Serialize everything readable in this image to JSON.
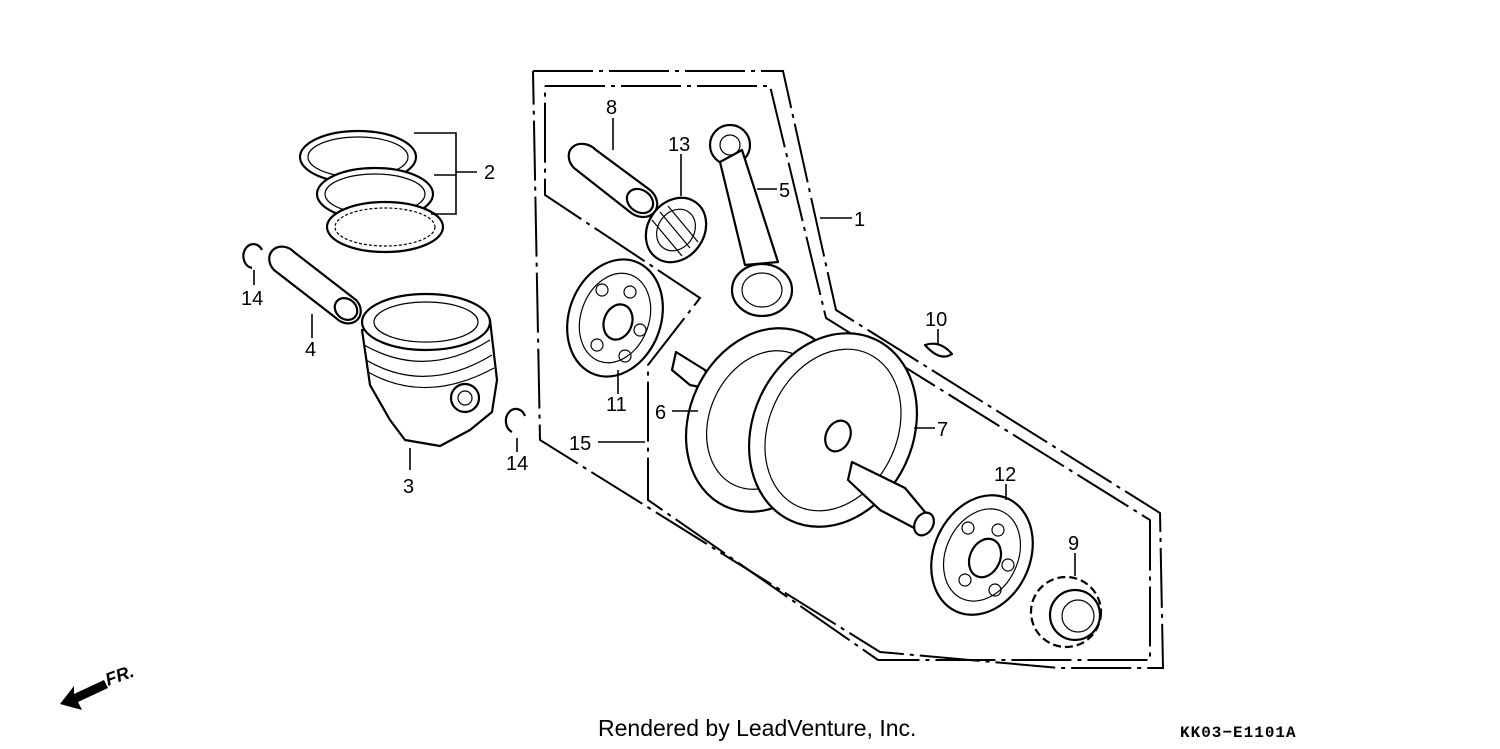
{
  "callouts": {
    "c1": "1",
    "c2": "2",
    "c3": "3",
    "c4": "4",
    "c5": "5",
    "c6": "6",
    "c7": "7",
    "c8": "8",
    "c9": "9",
    "c10": "10",
    "c11": "11",
    "c12": "12",
    "c13": "13",
    "c14a": "14",
    "c14b": "14",
    "c15": "15"
  },
  "front_indicator": "FR.",
  "footer": {
    "credit": "Rendered by LeadVenture, Inc.",
    "code": "KK03−E1101A"
  }
}
